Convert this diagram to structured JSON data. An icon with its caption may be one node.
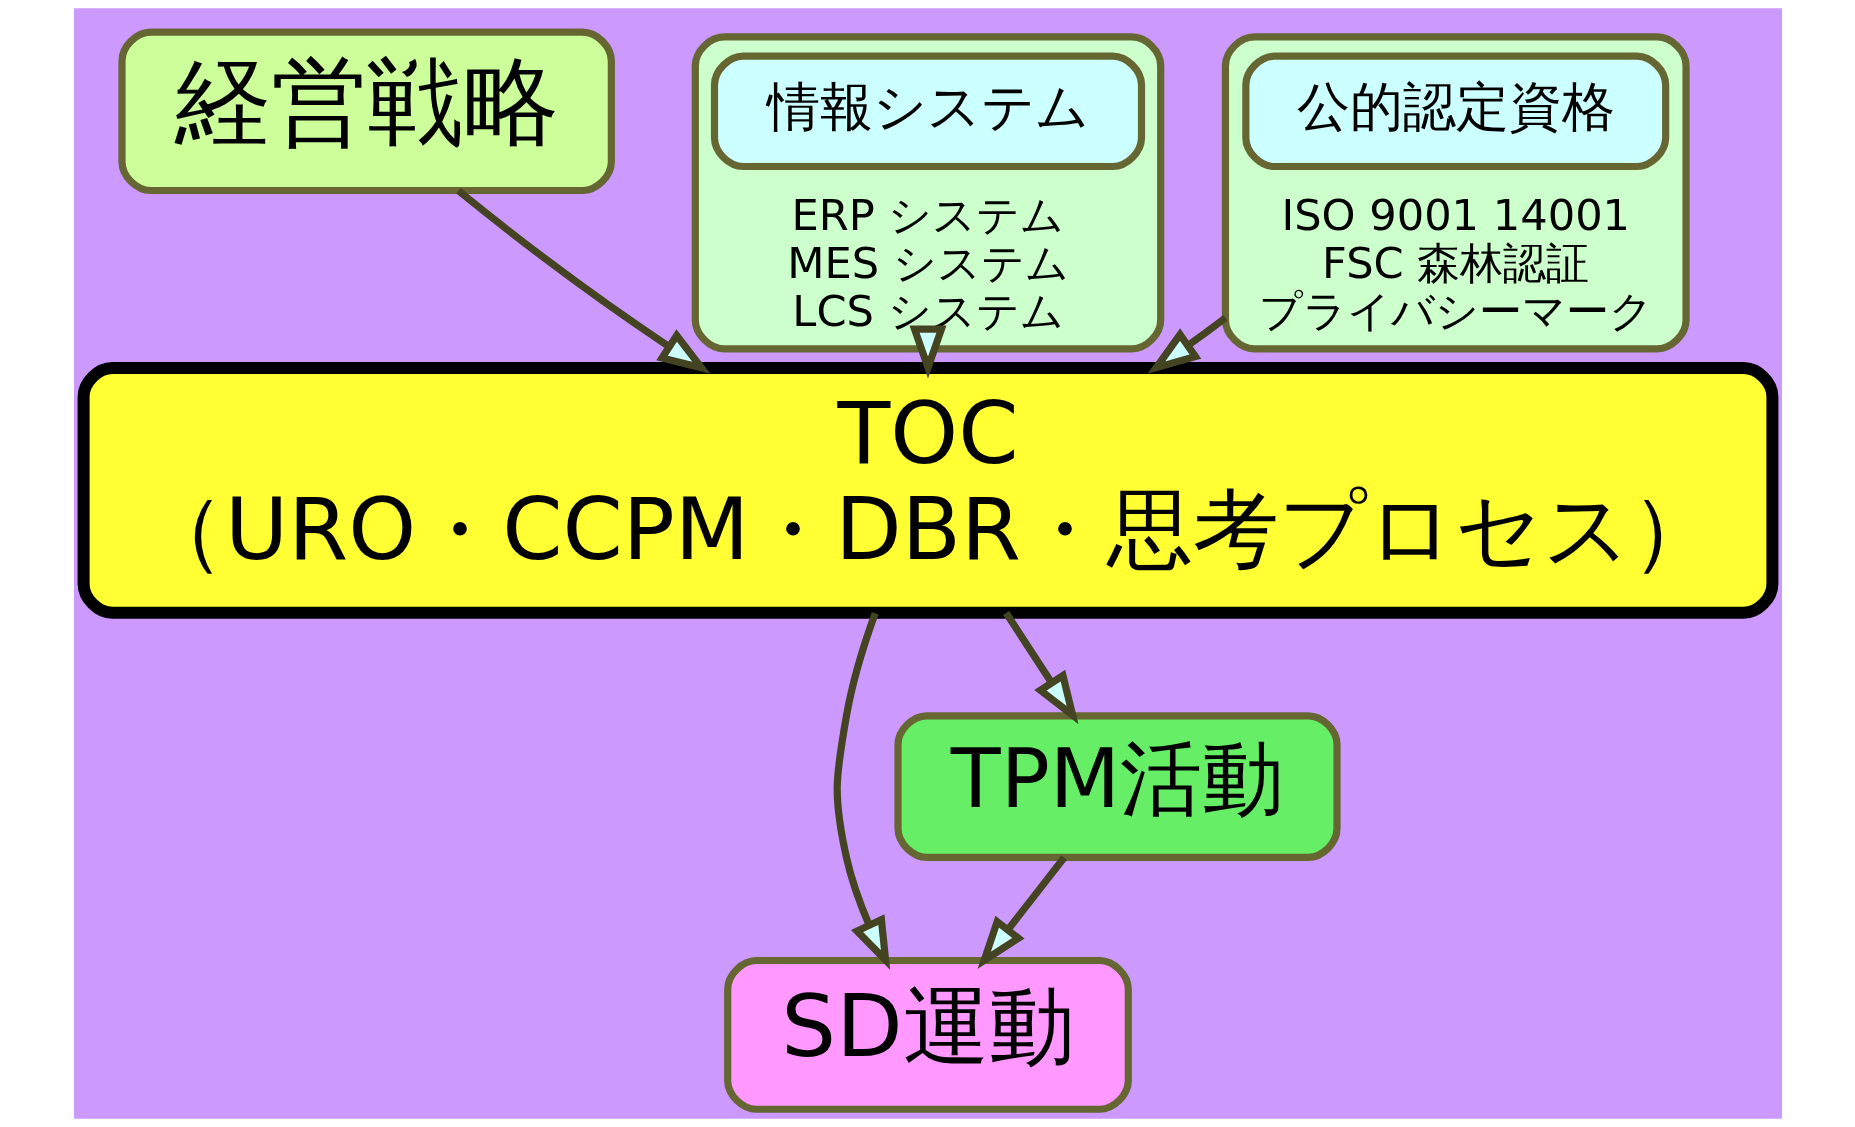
{
  "diagram": {
    "nodes": [
      {
        "text": [
          "経営戦略"
        ]
      },
      {
        "text": [
          "TOC",
          "（URO・CCPM・DBR・思考プロセス）"
        ]
      },
      {
        "text": [
          "SD運動"
        ]
      },
      {
        "text": [
          "TPM活動"
        ]
      },
      {
        "text": [
          "ERP システム",
          "MES システム",
          "LCS システム"
        ]
      },
      {
        "text": [
          "情報システム"
        ],
        "in": 4
      },
      {
        "text": [
          "ISO 9001 14001",
          "FSC 森林認証",
          "プライバシーマーク"
        ]
      },
      {
        "text": [
          "公的認定資格"
        ],
        "in": 6
      }
    ],
    "edges": [
      {
        "from": 0,
        "to": 1,
        "arrow": "to"
      },
      {
        "from": 1,
        "to": 2,
        "arrow": "to"
      },
      {
        "from": 1,
        "to": 3,
        "arrow": "to"
      },
      {
        "from": 3,
        "to": 2,
        "arrow": "to"
      },
      {
        "from": 4,
        "to": 1,
        "arrow": "to"
      },
      {
        "from": 6,
        "to": 1,
        "arrow": "to"
      }
    ]
  }
}
